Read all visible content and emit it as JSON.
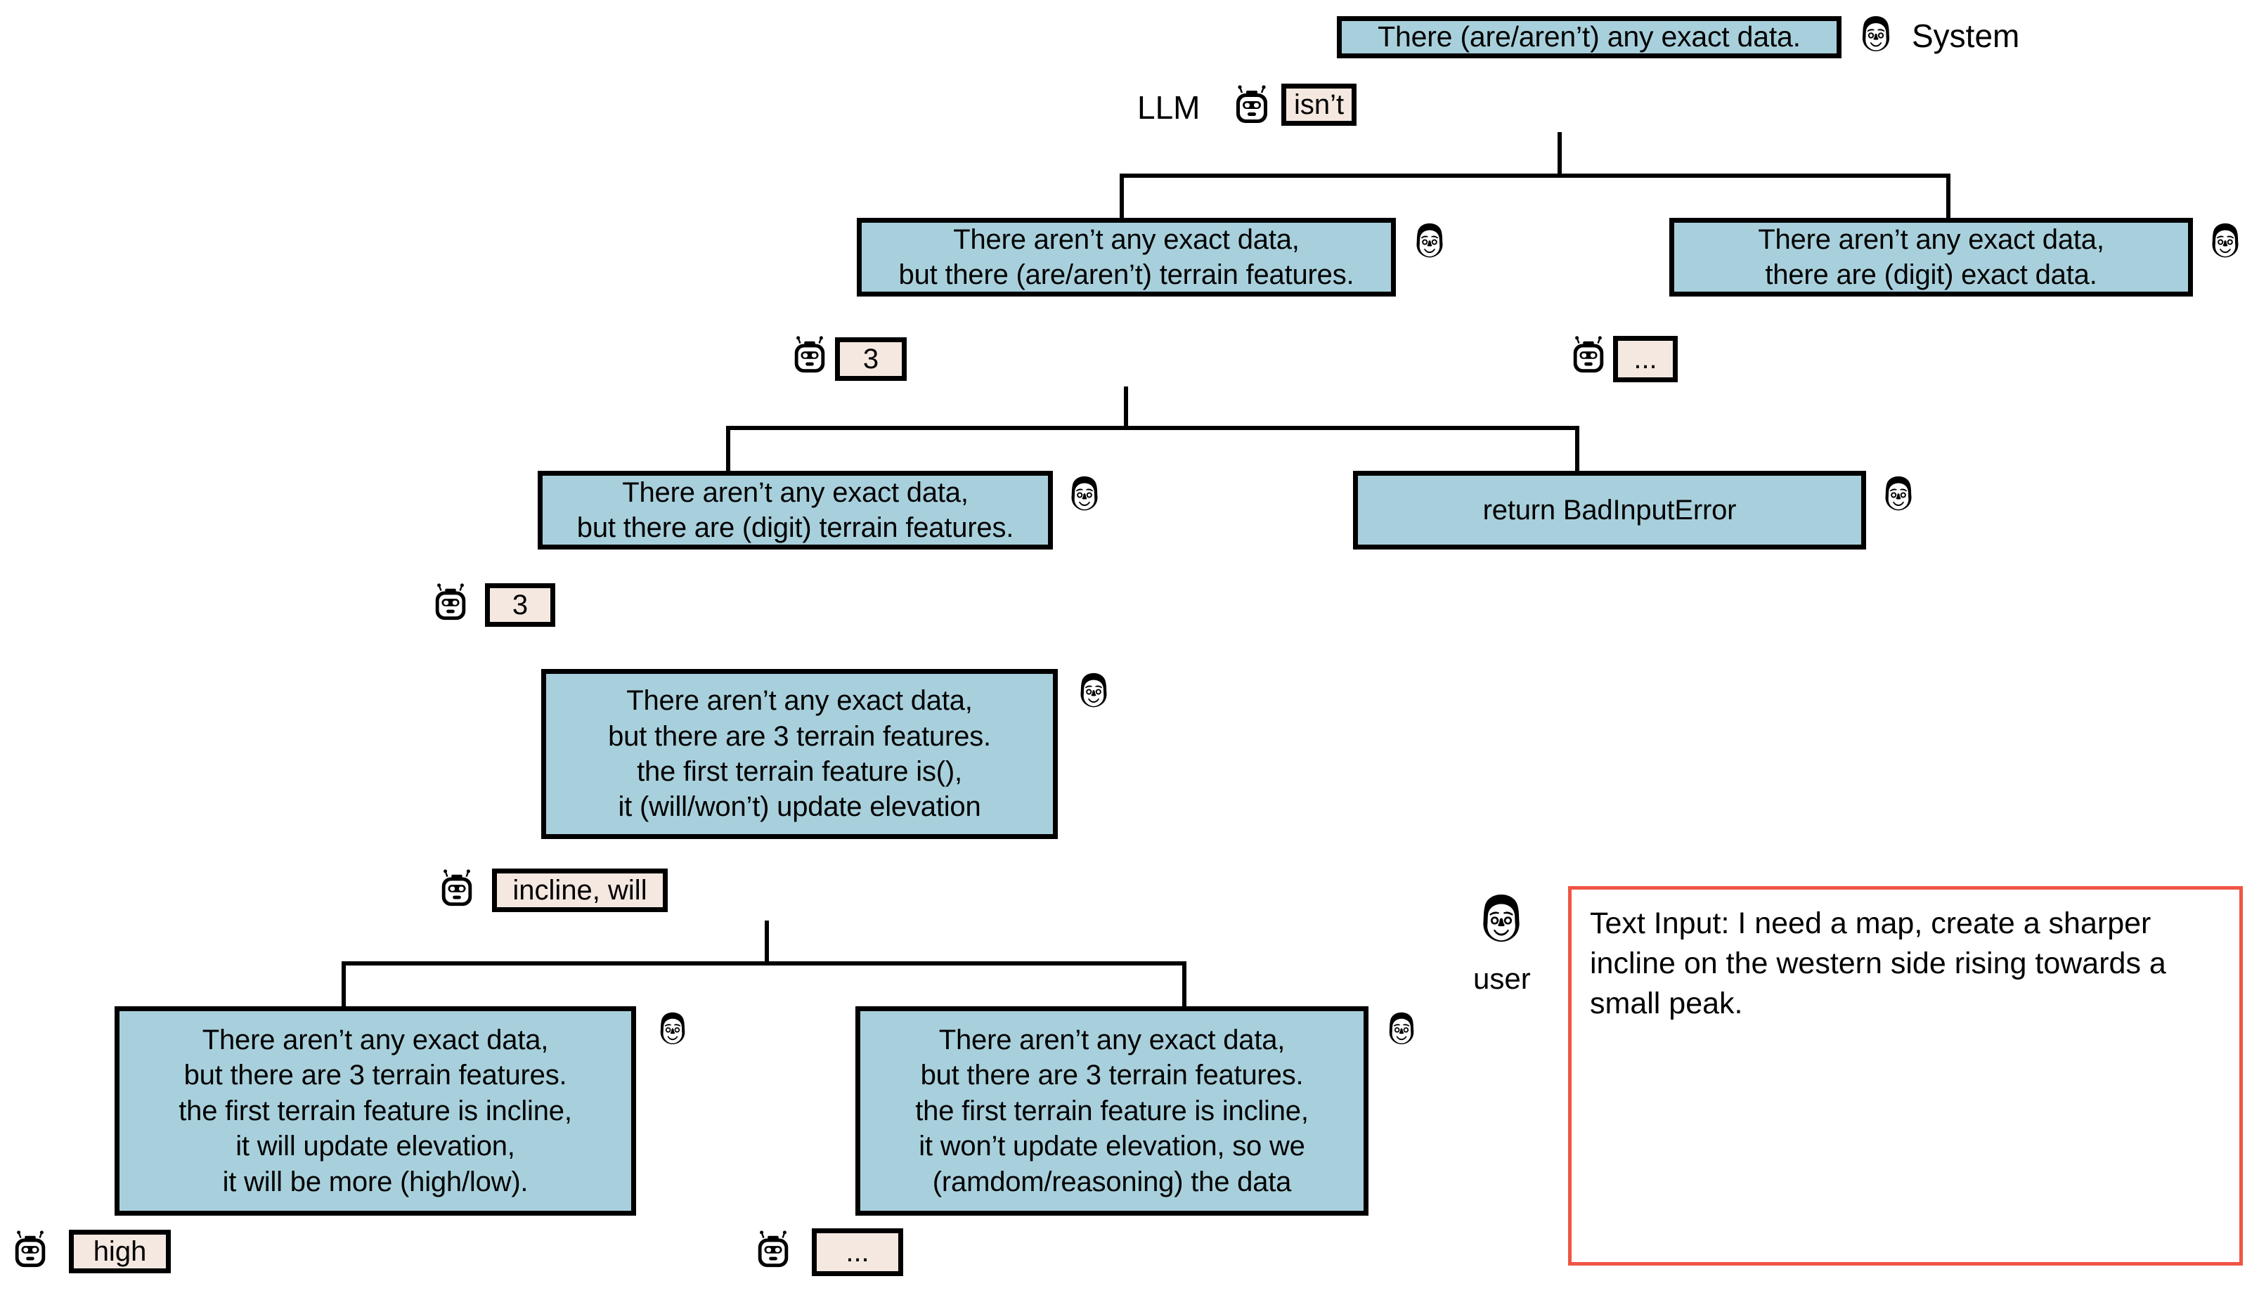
{
  "diagram": {
    "roles": {
      "system_label": "System",
      "llm_label": "LLM",
      "user_label": "user"
    },
    "icons": {
      "system": "person-face-icon",
      "llm": "robot-face-icon",
      "user": "person-face-icon"
    },
    "nodes": {
      "root_prompt": "There (are/aren’t) any exact data.",
      "llm_root_response": "isn’t",
      "branch_left_l2": "There aren’t any exact data,\nbut there (are/aren’t) terrain features.",
      "branch_right_l2": "There aren’t any exact data,\nthere are (digit) exact data.",
      "llm_l2_left_response": "3",
      "llm_l2_right_response": "...",
      "branch_left_l3": "There aren’t any exact data,\nbut there are (digit) terrain features.",
      "branch_right_l3": "return BadInputError",
      "llm_l3_response": "3",
      "node_l4": "There aren’t any exact data,\nbut there are 3 terrain features.\nthe first terrain feature is(),\nit (will/won’t) update elevation",
      "llm_l4_response": "incline, will",
      "branch_left_l5": "There aren’t any exact data,\nbut there are 3 terrain features.\nthe first terrain feature is incline,\nit will update elevation,\nit will be more (high/low).",
      "branch_right_l5": "There aren’t any exact data,\nbut there are 3 terrain features.\nthe first terrain feature is incline,\nit won’t update elevation, so we\n(ramdom/reasoning) the data",
      "llm_l5_left_response": "high",
      "llm_l5_right_response": "..."
    },
    "user_input": {
      "text": "Text Input: I need a map, create a sharper incline on the western side rising towards a small peak."
    },
    "colors": {
      "prompt_fill": "#a8d0dc",
      "response_fill": "#f4e8e0",
      "stroke": "#000000",
      "input_border": "#ef5544",
      "background": "#ffffff"
    }
  }
}
